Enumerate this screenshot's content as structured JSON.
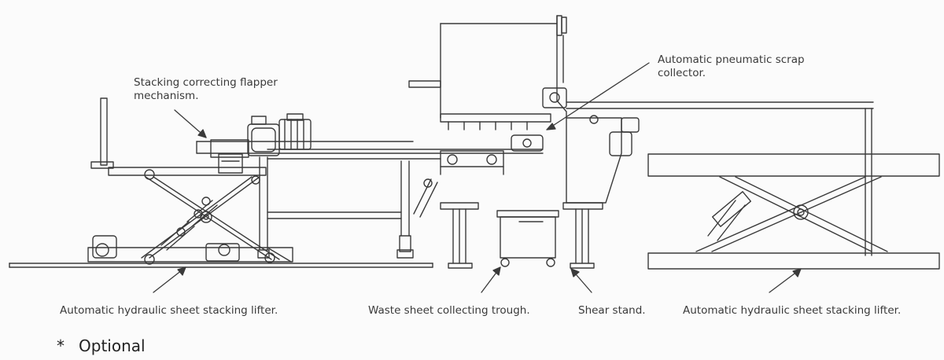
{
  "labels": {
    "flapper_1": "Stacking correcting flapper",
    "flapper_2": "mechanism.",
    "scrap_1": "Automatic pneumatic scrap",
    "scrap_2": "collector.",
    "lifter_left": "Automatic hydraulic sheet stacking lifter.",
    "trough": "Waste sheet collecting trough.",
    "shear_stand": "Shear stand.",
    "lifter_right": "Automatic hydraulic sheet stacking lifter."
  },
  "footnote": {
    "marker": "*",
    "text": "Optional"
  },
  "colors": {
    "line": "#3a3a3a",
    "text": "#3a3a3a",
    "background": "#fbfbfb"
  }
}
